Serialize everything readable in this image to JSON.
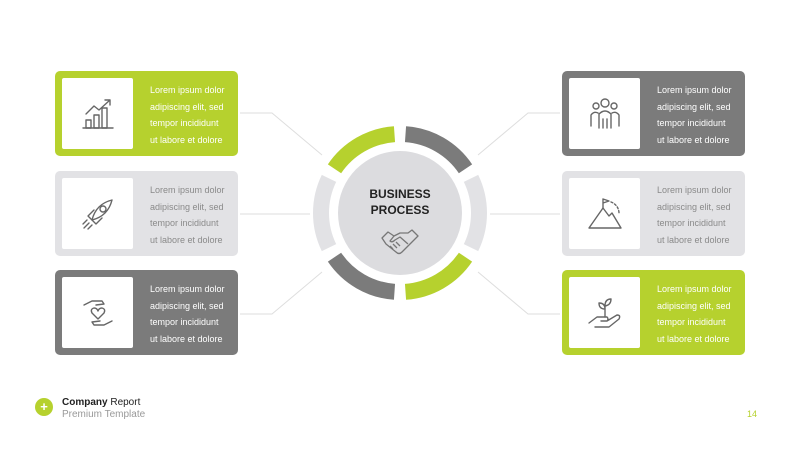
{
  "center": {
    "line1": "BUSINESS",
    "line2": "PROCESS",
    "icon": "handshake-icon"
  },
  "left_cards": [
    {
      "style": "green",
      "icon": "bar-chart-growth-icon",
      "lines": [
        "Lorem ipsum dolor",
        "adipiscing elit, sed",
        "tempor incididunt",
        "ut labore et dolore"
      ]
    },
    {
      "style": "light",
      "icon": "rocket-icon",
      "lines": [
        "Lorem ipsum dolor",
        "adipiscing elit, sed",
        "tempor incididunt",
        "ut labore et dolore"
      ]
    },
    {
      "style": "dark",
      "icon": "hands-heart-icon",
      "lines": [
        "Lorem ipsum dolor",
        "adipiscing elit, sed",
        "tempor incididunt",
        "ut labore et dolore"
      ]
    }
  ],
  "right_cards": [
    {
      "style": "dark",
      "icon": "team-icon",
      "lines": [
        "Lorem ipsum dolor",
        "adipiscing elit, sed",
        "tempor incididunt",
        "ut labore et dolore"
      ]
    },
    {
      "style": "light",
      "icon": "mountain-flag-icon",
      "lines": [
        "Lorem ipsum dolor",
        "adipiscing elit, sed",
        "tempor incididunt",
        "ut labore et dolore"
      ]
    },
    {
      "style": "green",
      "icon": "hand-plant-icon",
      "lines": [
        "Lorem ipsum dolor",
        "adipiscing elit, sed",
        "tempor incididunt",
        "ut labore et dolore"
      ]
    }
  ],
  "footer": {
    "company_bold": "Company",
    "company_rest": " Report",
    "subtitle": "Premium Template",
    "page": "14",
    "dot_symbol": "+"
  },
  "colors": {
    "green": "#b6d12e",
    "dark": "#7b7b7b",
    "light": "#e2e2e5",
    "inner": "#dcdcdf"
  }
}
